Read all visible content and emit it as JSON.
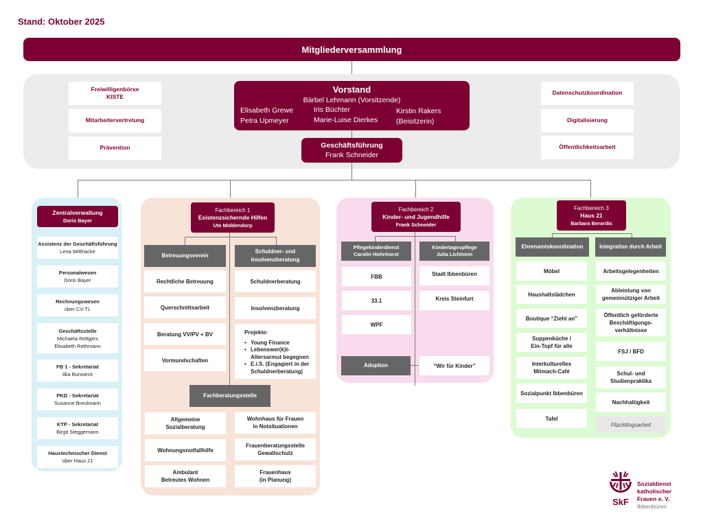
{
  "status_date": "Stand: Oktober 2025",
  "colors": {
    "brand": "#7d0033",
    "grey_header": "#666666",
    "panel_blue": "#d9f0f7",
    "panel_peach": "#f8e3d8",
    "panel_pink": "#f8dcee",
    "panel_green": "#dcfbd2"
  },
  "mitgliederversammlung": "Mitgliederversammlung",
  "left_staff": [
    "Freiwilligenbörse\nKISTE",
    "Mitarbeitervertretung",
    "Prävention"
  ],
  "right_staff": [
    "Datenschutzkoordination",
    "Digitalisierung",
    "Öffentlichkeitsarbeit"
  ],
  "vorstand": {
    "title": "Vorstand",
    "chair": "Bärbel Lehmann (Vorsitzende)",
    "col1": [
      "Elisabeth Grewe",
      "Petra Upmeyer"
    ],
    "col2": [
      "Iris Büchter",
      "Marie-Luise Dierkes"
    ],
    "col3": [
      "Kirstin Rakers",
      "(Beisitzerin)"
    ]
  },
  "geschaeftsfuehrung": {
    "title": "Geschäftsführung",
    "name": "Frank Schneider"
  },
  "zentralverwaltung": {
    "title": "Zentralverwaltung",
    "name": "Doris Bayer",
    "items": [
      {
        "title": "Assistenz der Geschäftsführung",
        "names": "Lena Witthacke"
      },
      {
        "title": "Personalwesen",
        "names": "Doris Bayer"
      },
      {
        "title": "Rechnungswesen",
        "names": "über CV-TL"
      },
      {
        "title": "Geschäftsstelle",
        "names": "Michaela Röltgers\nElisabeth Rethmann"
      },
      {
        "title": "FB 1 - Sekretariat",
        "names": "Ilka Bunsieck"
      },
      {
        "title": "PKD - Sekretariat",
        "names": "Susanne Breulmann"
      },
      {
        "title": "KTP - Sekretariat",
        "names": "Birgit Steggemann"
      },
      {
        "title": "Haustechnischer Dienst",
        "names": "über Haus 21"
      }
    ]
  },
  "fb1": {
    "label": "Fachbereich 1",
    "title": "Existenzsichernde Hilfen",
    "name": "Ute Middendorp",
    "left_header": "Betreuungsverein",
    "left_items": [
      "Rechtliche Betreuung",
      "Querschnittsarbeit",
      "Beratung VV/PV + BV",
      "Vormundschaften"
    ],
    "right_header": "Schuldner- und\nInsolvenzberatung",
    "right_items": [
      "Schuldnerberatung",
      "Insolvenzberatung"
    ],
    "projects_label": "Projekte:",
    "projects": [
      "Young Finance",
      "Lebenswer(k)t-\nAltersarmut begegnen",
      "E.i.S. (Engagiert in der\nSchuldnerberatung)"
    ],
    "fachberatung_header": "Fachberatungsstelle",
    "fachberatung_left": [
      "Allgemeine\nSozialberatung",
      "Wohnungsnotfallhilfe",
      "Ambulant\nBetreutes Wohnen"
    ],
    "fachberatung_right": [
      "Wohnhaus für Frauen\nin Notsituationen",
      "Frauenberatungsstelle\nGewaltschutz",
      "Frauenhaus\n(in Planung)"
    ]
  },
  "fb2": {
    "label": "Fachbereich 2",
    "title": "Kinder- und Jugendhilfe",
    "name": "Frank Schneider",
    "left_header": "Pflegekinderdienst\nCarolin Hohnhorst",
    "left_items": [
      "FBB",
      "33.1",
      "WPF"
    ],
    "right_header": "Kindertagespflege\nJulia Lichtsinn",
    "right_items": [
      "Stadt Ibbenbüren",
      "Kreis Steinfurt"
    ],
    "adoption": "Adoption",
    "wir_fuer_kinder": "“Wir für Kinder”"
  },
  "fb3": {
    "label": "Fachbereich 3",
    "title": "Haus 21",
    "name": "Barbara Berardis",
    "left_header": "Ehrenamtskoordination",
    "left_items": [
      "Möbel",
      "Haushaltslädchen",
      "Boutique “Zieht an”",
      "Suppenküche /\nEin-Topf für alle",
      "Interkulturelles\nMitmach-Café",
      "Sozialpunkt Ibbenbüren",
      "Tafel"
    ],
    "right_header": "Integration durch Arbeit",
    "right_items": [
      "Arbeitsgelegenheiten",
      "Ableistung von\ngemeinnütziger Arbeit",
      "Öffentlich geförderte\nBeschäftigungs-\nverhältnisse",
      "FSJ / BFD",
      "Schul- und\nStudienpraktika",
      "Nachhaltigkeit",
      "Flüchtlingsarbeit"
    ]
  },
  "logo": {
    "abbr": "SkF",
    "line1": "Sozialdienst",
    "line2": "katholischer",
    "line3": "Frauen e. V.",
    "city": "Ibbenbüren"
  }
}
